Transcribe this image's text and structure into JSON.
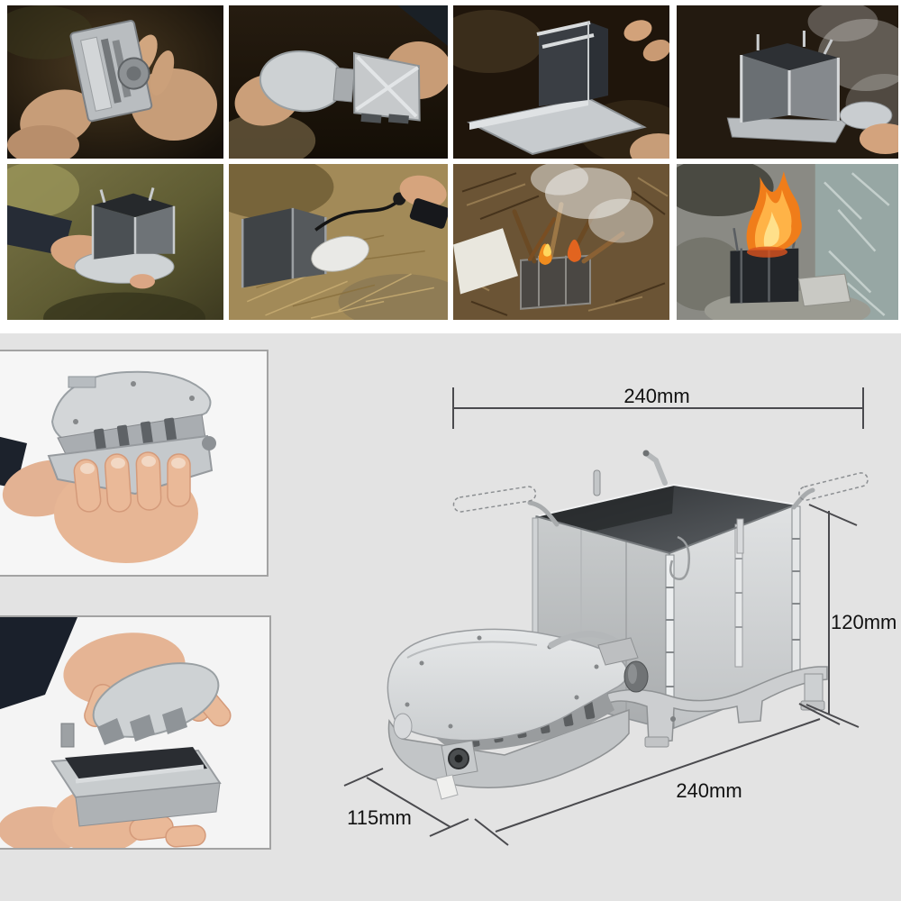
{
  "annotations": {
    "top_width_label": "240mm",
    "height_label": "120mm",
    "bottom_length_label": "240mm",
    "bottom_depth_label": "115mm"
  },
  "colors": {
    "page_background": "#ffffff",
    "panel_background": "#e3e3e3",
    "photo_frame_border": "#a3a3a3",
    "dimension_line": "#4a4a4e",
    "dimension_text": "#111111",
    "steel_light": "#d6d9db",
    "steel_dark": "#3a3e44",
    "flame_orange": "#f07d1a",
    "smoke_white": "#f2f2f0"
  },
  "photos": {
    "grid": [
      {
        "alt": "hands holding folded stove"
      },
      {
        "alt": "hands unfolding round plate and ridged lid"
      },
      {
        "alt": "lifting folding panels upright"
      },
      {
        "alt": "assembled firebox held in hand"
      },
      {
        "alt": "hand carrying assembled stove outdoors"
      },
      {
        "alt": "blower cable and battery pack"
      },
      {
        "alt": "stove loaded with twigs and smoke"
      },
      {
        "alt": "stove burning with tall flames by stream"
      }
    ],
    "side": [
      {
        "alt": "hand holding folded stove pack"
      },
      {
        "alt": "hands opening folded stove pack"
      }
    ]
  }
}
